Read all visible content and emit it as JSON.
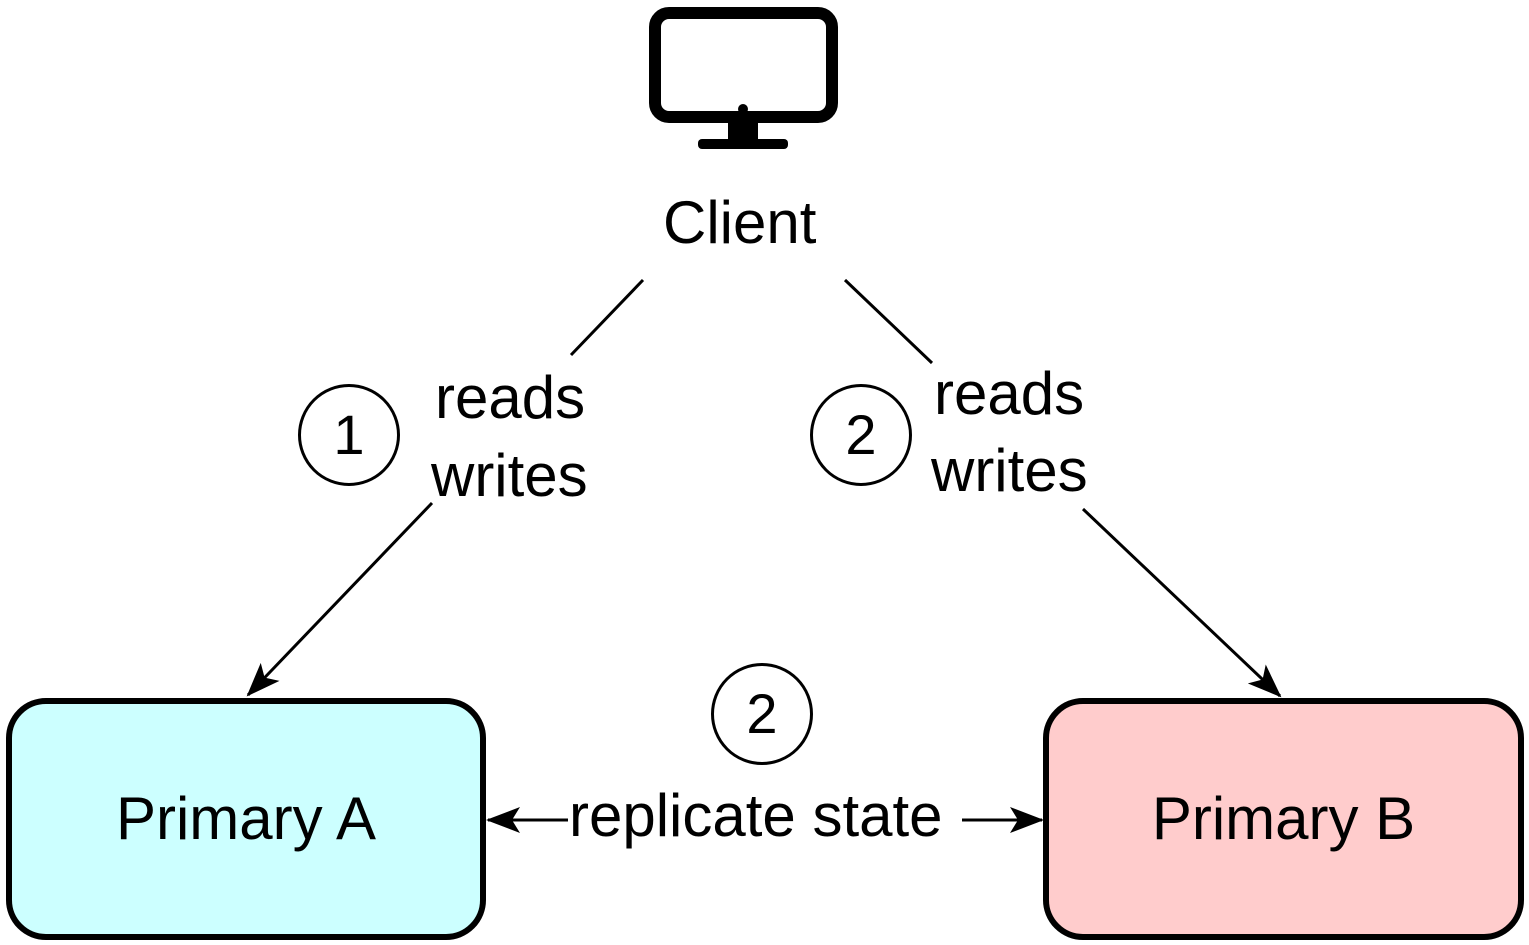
{
  "client": {
    "label": "Client",
    "icon": "monitor-icon"
  },
  "edges": {
    "left": {
      "step": "1",
      "line1": "reads",
      "line2": "writes"
    },
    "right": {
      "step": "2",
      "line1": "reads",
      "line2": "writes"
    },
    "bottom": {
      "step": "2",
      "label": "replicate state"
    }
  },
  "nodes": {
    "primary_a": {
      "label": "Primary A",
      "fill": "#ccffff"
    },
    "primary_b": {
      "label": "Primary B",
      "fill": "#ffcccc"
    }
  },
  "colors": {
    "stroke": "#000000",
    "background": "#ffffff"
  }
}
